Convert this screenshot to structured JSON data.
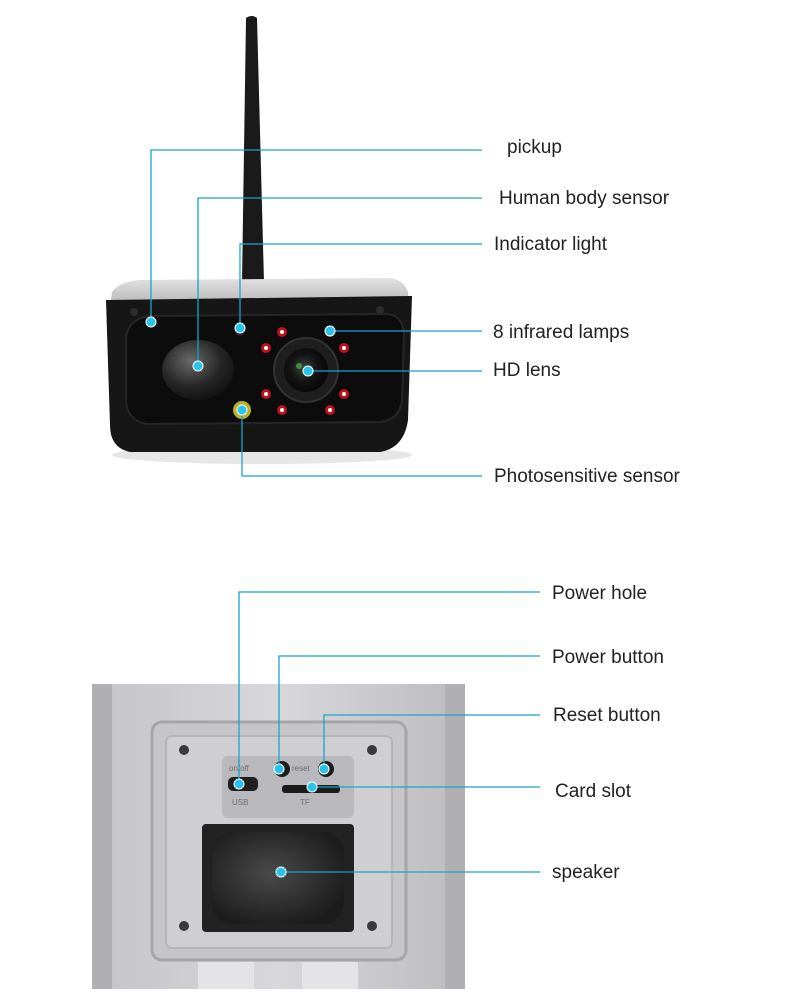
{
  "colors": {
    "callout_line": "#1aa3cc",
    "callout_dot": "#29c3ec",
    "label_text": "#222222",
    "ir_led": "#c0121c",
    "photosensor": "#b7b32a",
    "camera_body": "#151515",
    "camera_top": "#c9c9c9",
    "bottom_housing": "#cbcbcf",
    "speaker": "#2e2e2e"
  },
  "top_view": {
    "callouts": [
      {
        "id": "pickup",
        "label": "pickup"
      },
      {
        "id": "human-body-sensor",
        "label": "Human body sensor"
      },
      {
        "id": "indicator-light",
        "label": "Indicator light"
      },
      {
        "id": "infrared-lamps",
        "label": "8 infrared lamps"
      },
      {
        "id": "hd-lens",
        "label": "HD lens"
      },
      {
        "id": "photosensitive-sensor",
        "label": "Photosensitive sensor"
      }
    ]
  },
  "bottom_view": {
    "port_labels": {
      "onoff": "on/off",
      "reset": "reset",
      "usb": "USB",
      "tf": "TF"
    },
    "callouts": [
      {
        "id": "power-hole",
        "label": "Power hole"
      },
      {
        "id": "power-button",
        "label": "Power button"
      },
      {
        "id": "reset-button",
        "label": "Reset button"
      },
      {
        "id": "card-slot",
        "label": "Card slot"
      },
      {
        "id": "speaker",
        "label": "speaker"
      }
    ]
  }
}
